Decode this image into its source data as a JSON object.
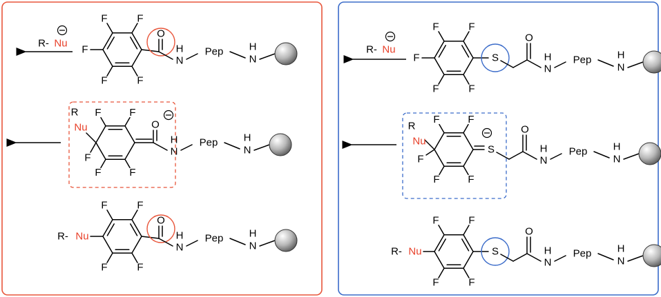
{
  "colors": {
    "left_panel_border": "#e8553a",
    "right_panel_border": "#3a6bc9",
    "nucleophile": "#e8412a",
    "left_highlight": "#e8553a",
    "right_highlight": "#3a6bc9",
    "bond": "#000000"
  },
  "icons": {
    "bead": "resin-bead-sphere-icon",
    "negative_charge": "circled-minus-icon"
  },
  "labels": {
    "R": "R",
    "R_dash": "R-",
    "Nu": "Nu",
    "F": "F",
    "O": "O",
    "S": "S",
    "N": "N",
    "H": "H",
    "Pep": "Pep",
    "minus": "−"
  }
}
